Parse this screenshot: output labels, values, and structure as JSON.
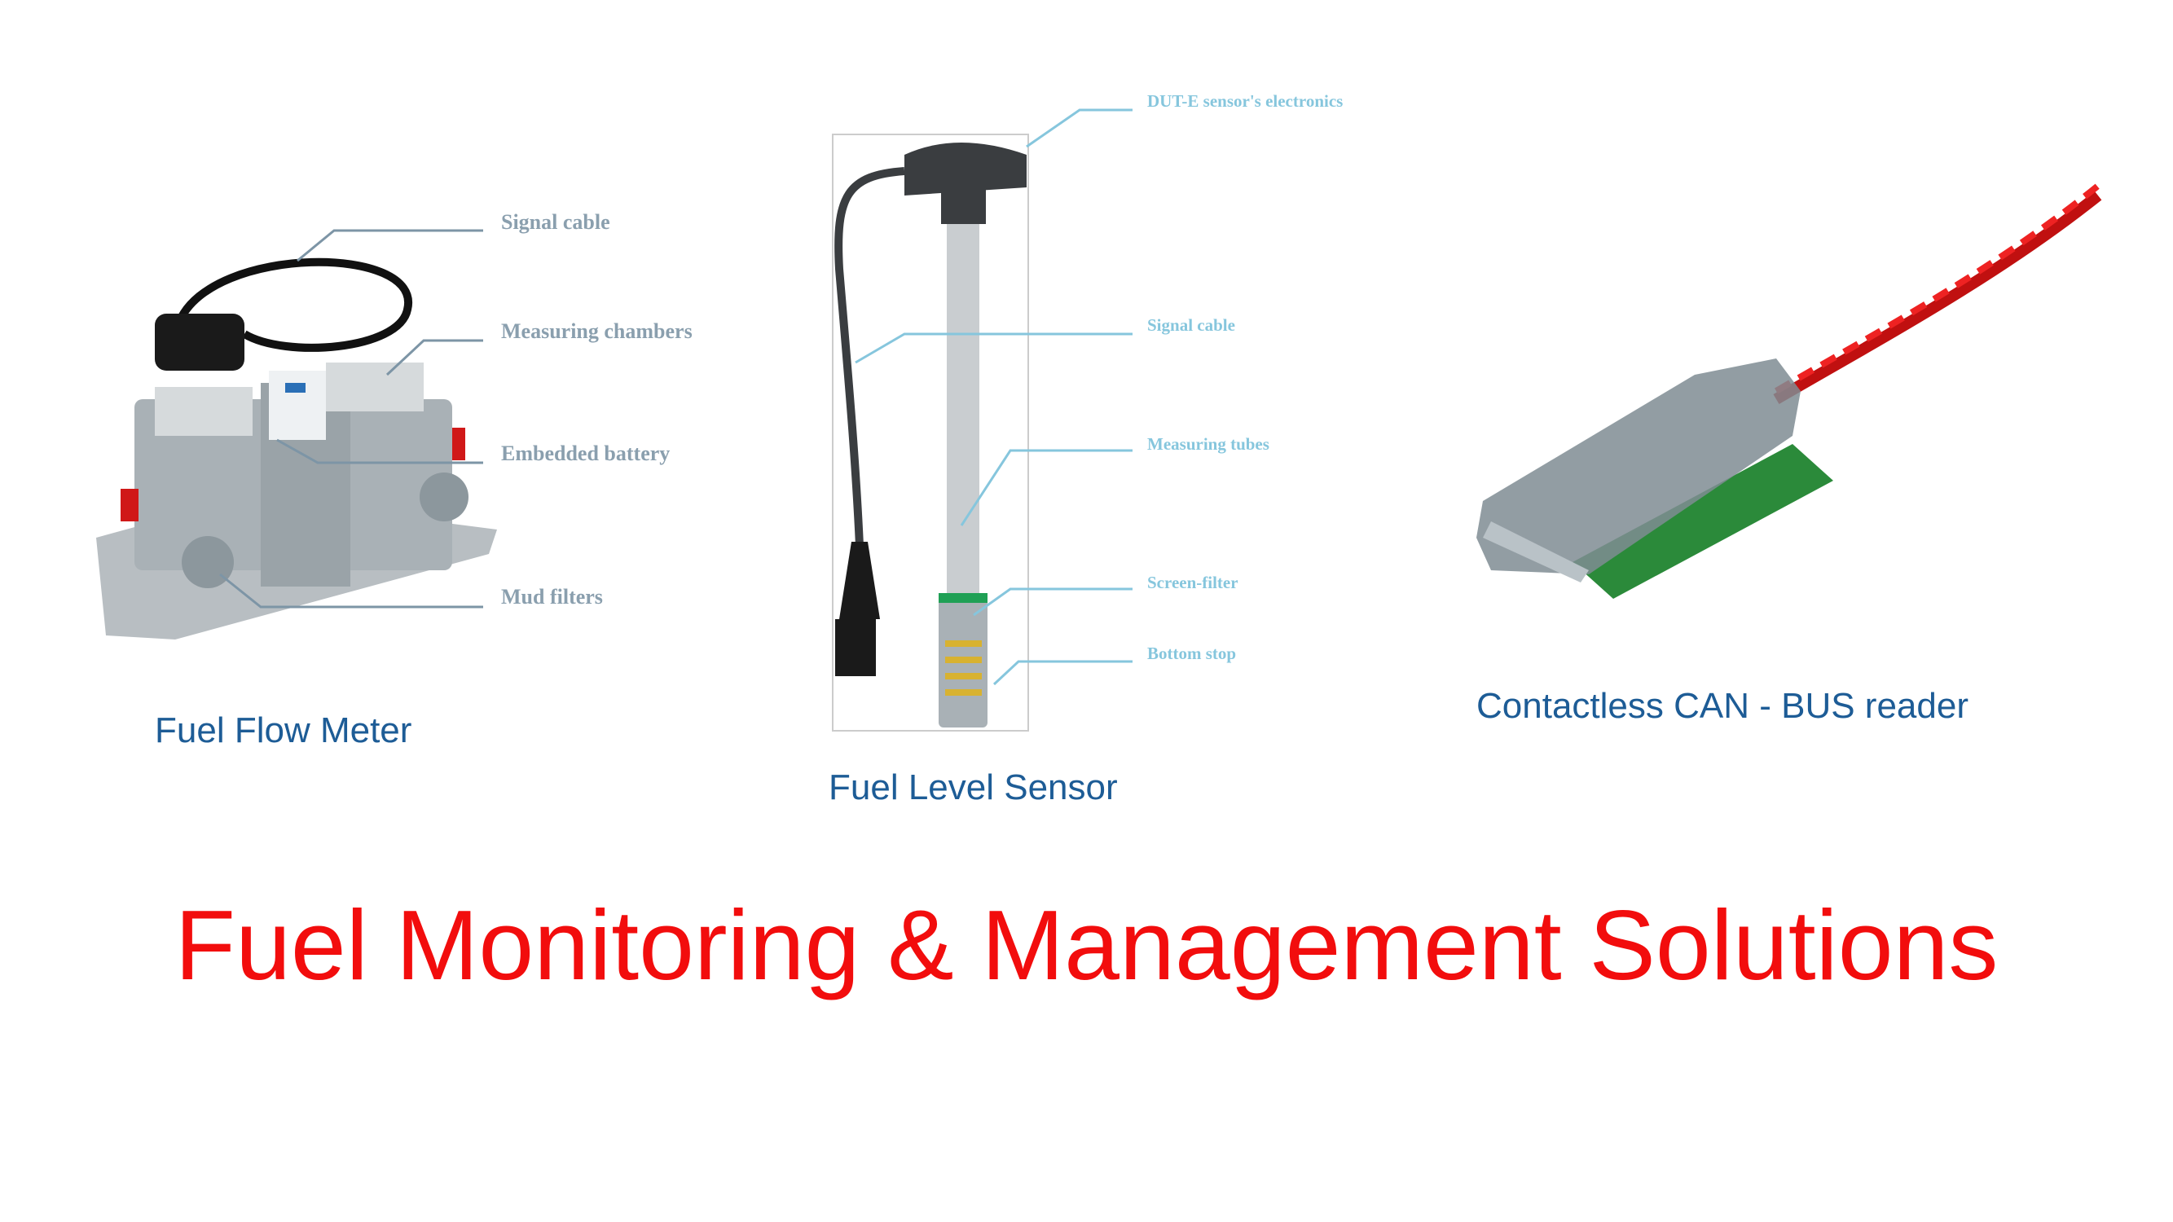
{
  "products": [
    {
      "name": "Fuel Flow Meter",
      "callouts": [
        "Signal cable",
        "Measuring chambers",
        "Embedded battery",
        "Mud filters"
      ]
    },
    {
      "name": "Fuel Level Sensor",
      "callouts": [
        "DUT-E sensor's electronics",
        "Signal cable",
        "Measuring tubes",
        "Screen-filter",
        "Bottom stop"
      ]
    },
    {
      "name": "Contactless CAN - BUS reader",
      "callouts": []
    }
  ],
  "title": "Fuel Monitoring & Management Solutions",
  "colors": {
    "title": "#f20d0d",
    "caption": "#1d5c96",
    "callout_grey": "#8a9fae",
    "callout_blue": "#86c6dd"
  }
}
